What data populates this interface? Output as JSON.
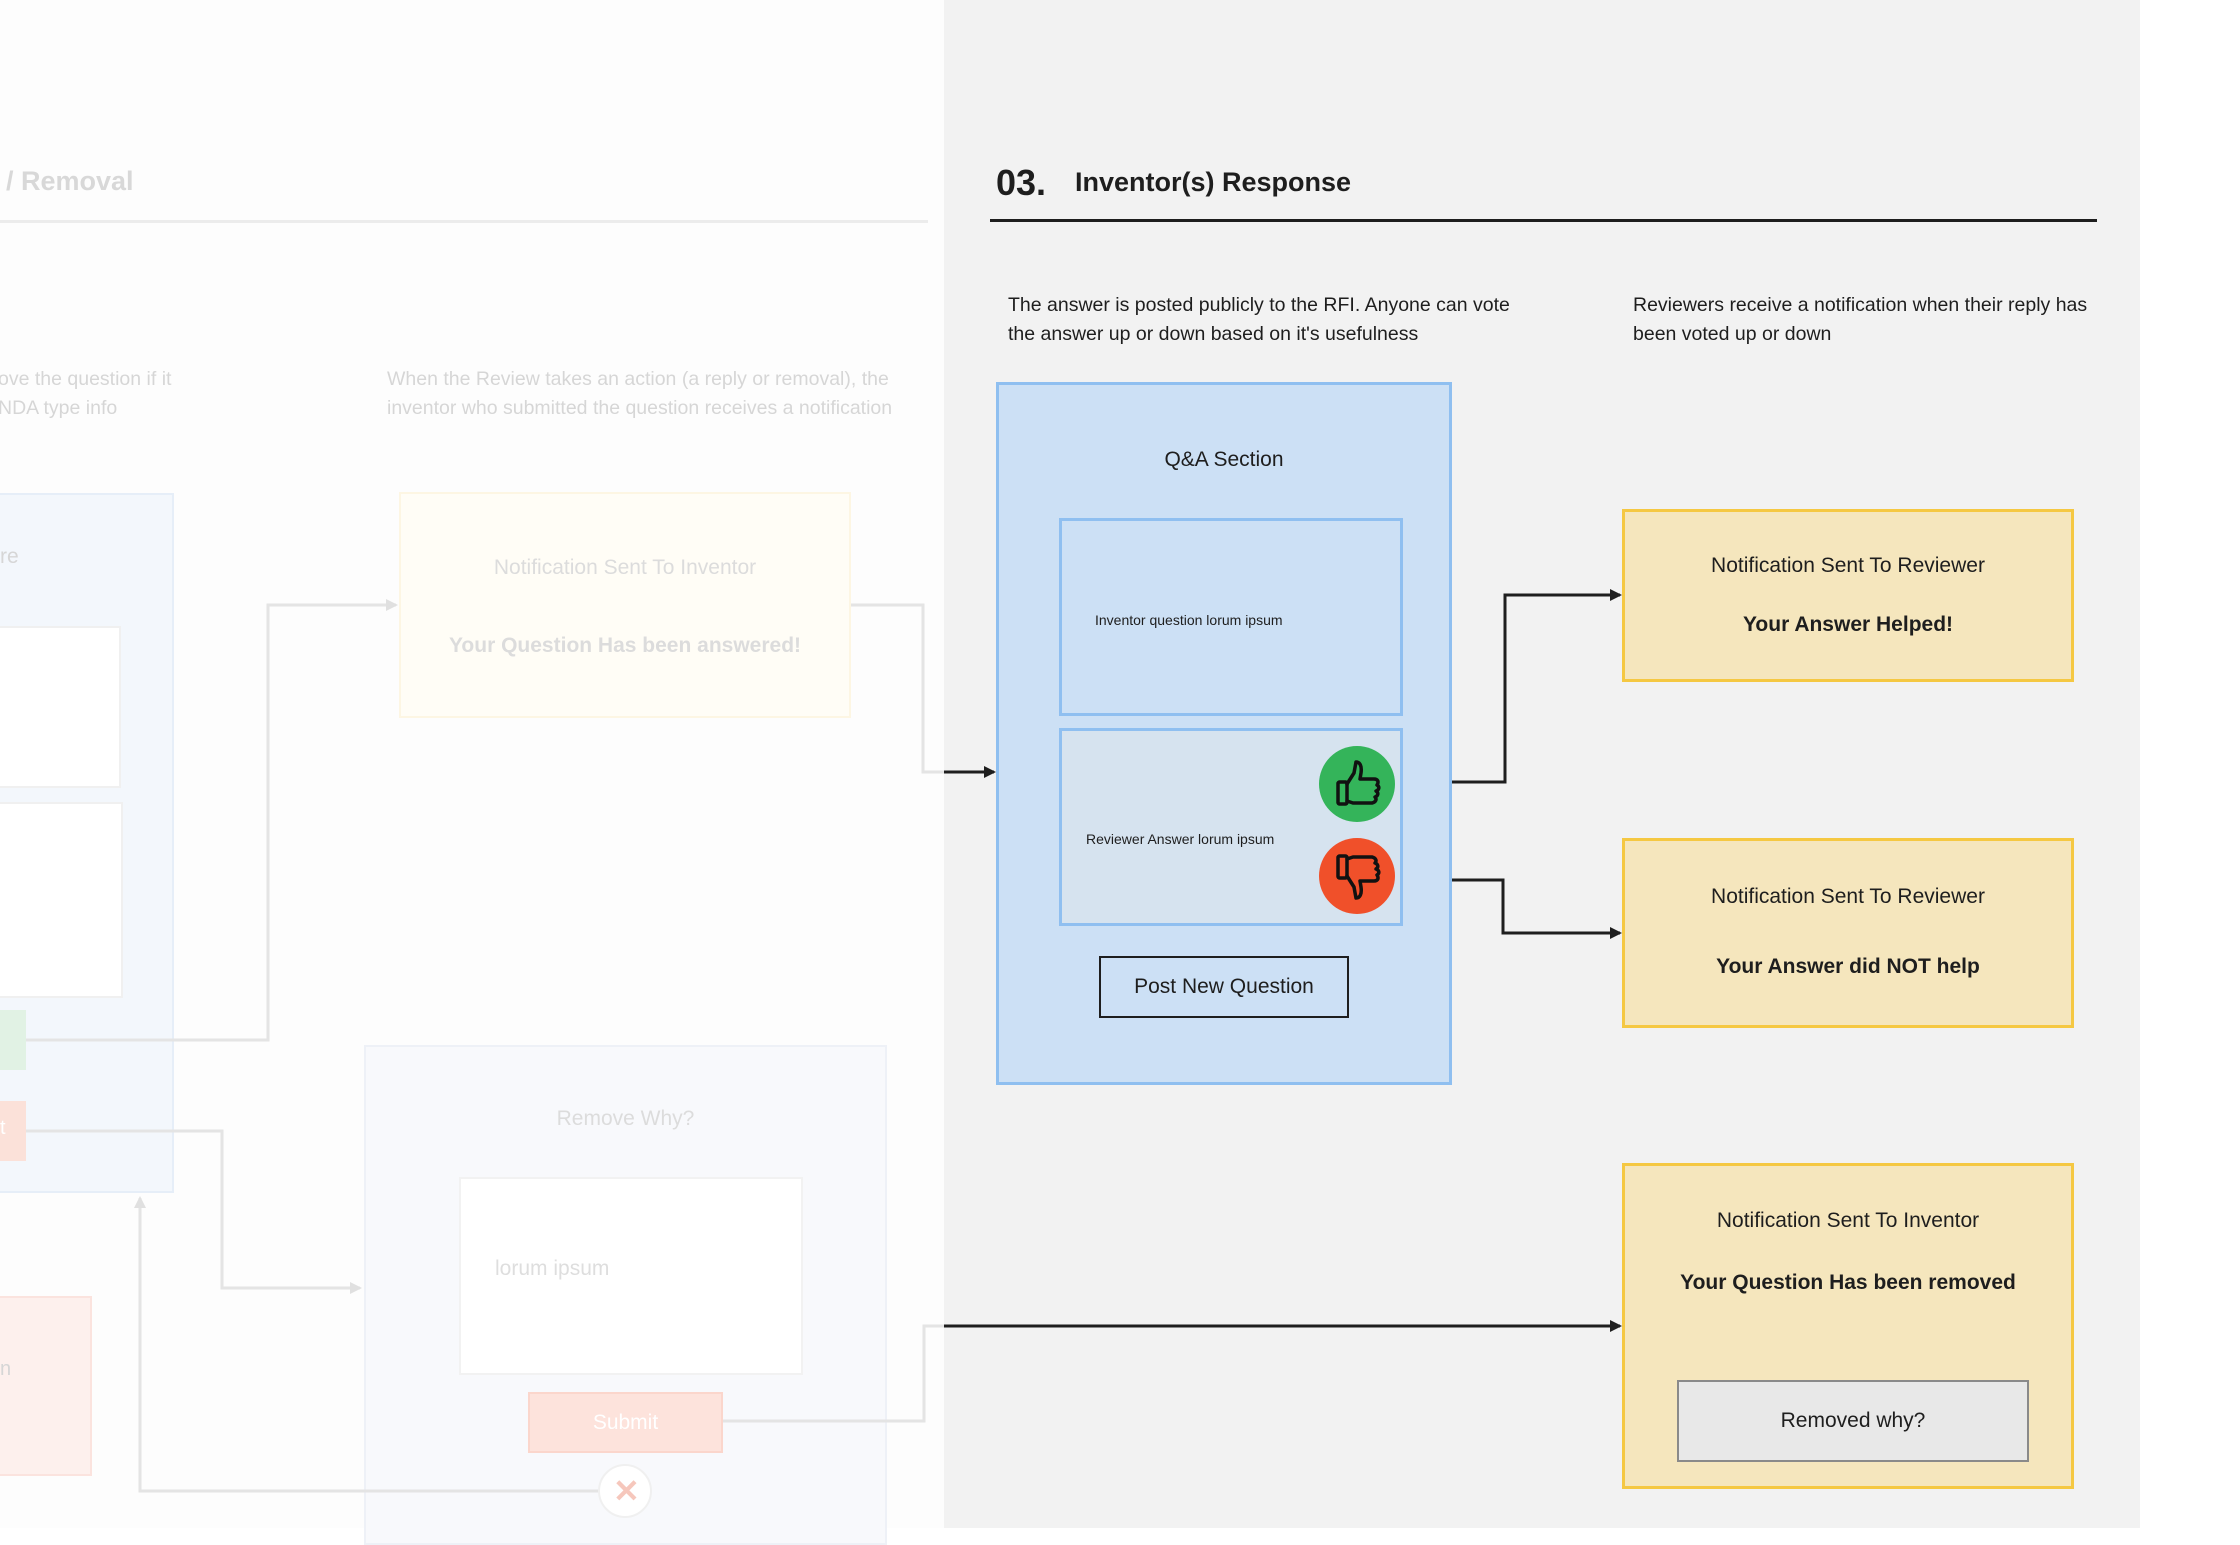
{
  "left_section": {
    "title_fragment": "/ Removal",
    "desc_left_line1": "ove the question if it",
    "desc_left_line2": "NDA type info",
    "desc_right": "When the Review takes an action (a reply or removal), the inventor who submitted the question receives a notification",
    "card_label_fragment": "re",
    "notification_title": "Notification Sent To Inventor",
    "notification_message": "Your Question Has been answered!",
    "red_button_fragment": "t",
    "pink_box_fragment": "n",
    "remove_dialog": {
      "title": "Remove Why?",
      "placeholder": "lorum ipsum",
      "submit_label": "Submit"
    }
  },
  "section": {
    "number": "03.",
    "title": "Inventor(s) Response",
    "desc_left": "The answer is posted publicly to the RFI. Anyone can vote the answer up or down based on it's usefulness",
    "desc_right": "Reviewers receive a notification when their reply has been voted up or down"
  },
  "qa_section": {
    "title": "Q&A Section",
    "question_text": "Inventor question lorum ipsum",
    "answer_text": "Reviewer Answer lorum ipsum",
    "post_button_label": "Post New Question"
  },
  "notifications": [
    {
      "title": "Notification Sent To Reviewer",
      "message": "Your Answer Helped!"
    },
    {
      "title": "Notification Sent To Reviewer",
      "message": "Your Answer did NOT help"
    },
    {
      "title": "Notification Sent To Inventor",
      "message": "Your Question Has been removed",
      "button_label": "Removed why?"
    }
  ],
  "colors": {
    "qa_fill": "#cce0f5",
    "qa_border": "#8fbff0",
    "notification_fill": "#f5e6bd",
    "notification_border": "#f5c842",
    "thumbs_up": "#34b45a",
    "thumbs_down": "#f0502a"
  },
  "icons": [
    "thumbs-up-icon",
    "thumbs-down-icon",
    "close-icon",
    "arrow-icon"
  ]
}
